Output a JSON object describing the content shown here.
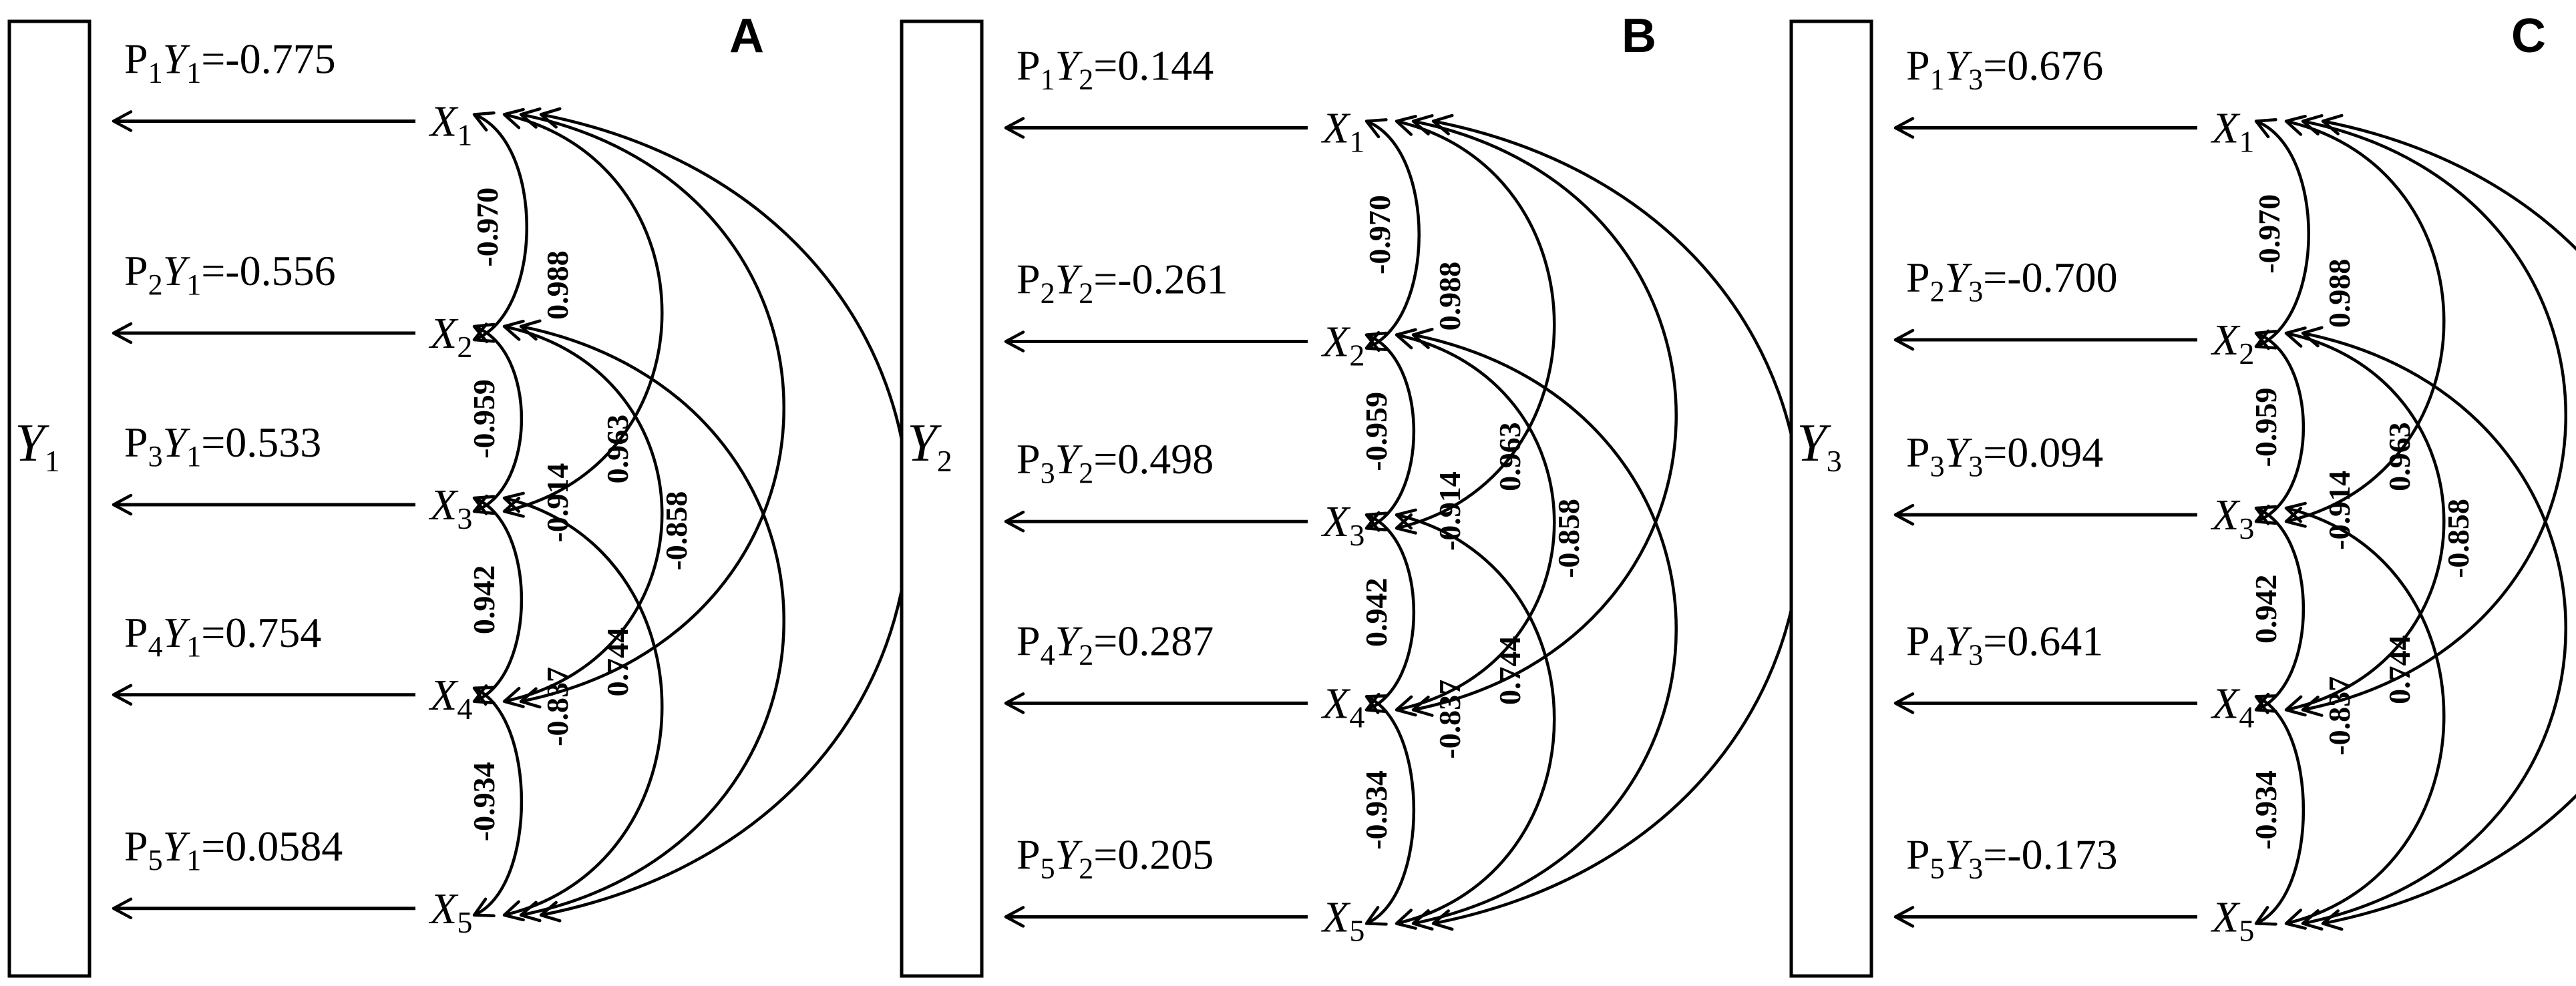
{
  "panels": [
    {
      "letter": "A",
      "y_name": "Y",
      "y_sub": "1",
      "paths": [
        {
          "p": "P",
          "p_sub": "1",
          "y": "Y",
          "y_sub": "1",
          "value": "=-0.775"
        },
        {
          "p": "P",
          "p_sub": "2",
          "y": "Y",
          "y_sub": "1",
          "value": "=-0.556"
        },
        {
          "p": "P",
          "p_sub": "3",
          "y": "Y",
          "y_sub": "1",
          "value": "=0.533"
        },
        {
          "p": "P",
          "p_sub": "4",
          "y": "Y",
          "y_sub": "1",
          "value": "=0.754"
        },
        {
          "p": "P",
          "p_sub": "5",
          "y": "Y",
          "y_sub": "1",
          "value": "=0.0584"
        }
      ]
    },
    {
      "letter": "B",
      "y_name": "Y",
      "y_sub": "2",
      "paths": [
        {
          "p": "P",
          "p_sub": "1",
          "y": "Y",
          "y_sub": "2",
          "value": "=0.144"
        },
        {
          "p": "P",
          "p_sub": "2",
          "y": "Y",
          "y_sub": "2",
          "value": "=-0.261"
        },
        {
          "p": "P",
          "p_sub": "3",
          "y": "Y",
          "y_sub": "2",
          "value": "=0.498"
        },
        {
          "p": "P",
          "p_sub": "4",
          "y": "Y",
          "y_sub": "2",
          "value": "=0.287"
        },
        {
          "p": "P",
          "p_sub": "5",
          "y": "Y",
          "y_sub": "2",
          "value": "=0.205"
        }
      ]
    },
    {
      "letter": "C",
      "y_name": "Y",
      "y_sub": "3",
      "paths": [
        {
          "p": "P",
          "p_sub": "1",
          "y": "Y",
          "y_sub": "3",
          "value": "=0.676"
        },
        {
          "p": "P",
          "p_sub": "2",
          "y": "Y",
          "y_sub": "3",
          "value": "=-0.700"
        },
        {
          "p": "P",
          "p_sub": "3",
          "y": "Y",
          "y_sub": "3",
          "value": "=0.094"
        },
        {
          "p": "P",
          "p_sub": "4",
          "y": "Y",
          "y_sub": "3",
          "value": "=0.641"
        },
        {
          "p": "P",
          "p_sub": "5",
          "y": "Y",
          "y_sub": "3",
          "value": "=-0.173"
        }
      ]
    }
  ],
  "x_vars": [
    {
      "name": "X",
      "sub": "1"
    },
    {
      "name": "X",
      "sub": "2"
    },
    {
      "name": "X",
      "sub": "3"
    },
    {
      "name": "X",
      "sub": "4"
    },
    {
      "name": "X",
      "sub": "5"
    }
  ],
  "correlations": [
    {
      "from": 1,
      "to": 2,
      "value": "-0.970"
    },
    {
      "from": 1,
      "to": 3,
      "value": "0.988"
    },
    {
      "from": 1,
      "to": 4,
      "value": "0.963"
    },
    {
      "from": 1,
      "to": 5,
      "value": "-0.858"
    },
    {
      "from": 2,
      "to": 3,
      "value": "-0.959"
    },
    {
      "from": 2,
      "to": 4,
      "value": "-0.914"
    },
    {
      "from": 2,
      "to": 5,
      "value": "0.744"
    },
    {
      "from": 3,
      "to": 4,
      "value": "0.942"
    },
    {
      "from": 3,
      "to": 5,
      "value": "-0.837"
    },
    {
      "from": 4,
      "to": 5,
      "value": "-0.934"
    }
  ]
}
